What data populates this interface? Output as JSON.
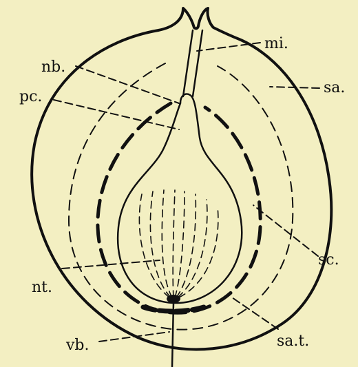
{
  "diagram": {
    "labels": {
      "mi": "mi.",
      "nb": "nb.",
      "pc": "pc.",
      "sa": "sa.",
      "sc": "sc.",
      "nt": "nt.",
      "vb": "vb.",
      "sat": "sa.t."
    },
    "colors": {
      "background": "#f3efc2",
      "ink": "#111111"
    }
  }
}
